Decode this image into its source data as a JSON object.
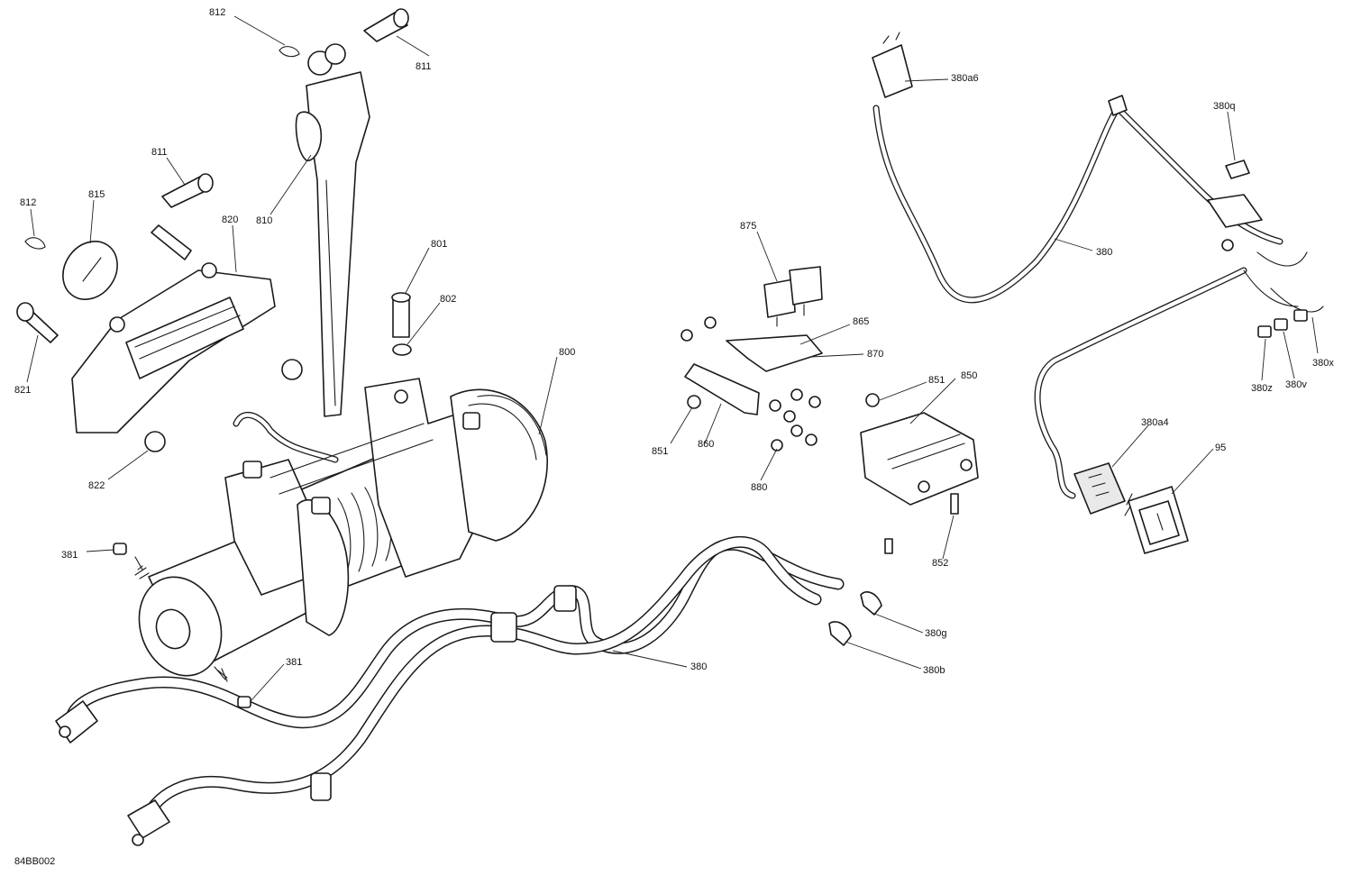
{
  "figure_ref": "84BB002",
  "callouts": [
    {
      "id": "812-top",
      "text": "812"
    },
    {
      "id": "811-top",
      "text": "811"
    },
    {
      "id": "810",
      "text": "810"
    },
    {
      "id": "811-left",
      "text": "811"
    },
    {
      "id": "812-left",
      "text": "812"
    },
    {
      "id": "815",
      "text": "815"
    },
    {
      "id": "820",
      "text": "820"
    },
    {
      "id": "821",
      "text": "821"
    },
    {
      "id": "822",
      "text": "822"
    },
    {
      "id": "801",
      "text": "801"
    },
    {
      "id": "802",
      "text": "802"
    },
    {
      "id": "800",
      "text": "800"
    },
    {
      "id": "381-top",
      "text": "381"
    },
    {
      "id": "381-bottom",
      "text": "381"
    },
    {
      "id": "380-main",
      "text": "380"
    },
    {
      "id": "875",
      "text": "875"
    },
    {
      "id": "865",
      "text": "865"
    },
    {
      "id": "870",
      "text": "870"
    },
    {
      "id": "851-left",
      "text": "851"
    },
    {
      "id": "860",
      "text": "860"
    },
    {
      "id": "880",
      "text": "880"
    },
    {
      "id": "851-right",
      "text": "851"
    },
    {
      "id": "850",
      "text": "850"
    },
    {
      "id": "852",
      "text": "852"
    },
    {
      "id": "380g",
      "text": "380g"
    },
    {
      "id": "380b",
      "text": "380b"
    },
    {
      "id": "380a6",
      "text": "380a6"
    },
    {
      "id": "380q",
      "text": "380q"
    },
    {
      "id": "380-harness",
      "text": "380"
    },
    {
      "id": "380x",
      "text": "380x"
    },
    {
      "id": "380v",
      "text": "380v"
    },
    {
      "id": "380z",
      "text": "380z"
    },
    {
      "id": "380a4",
      "text": "380a4"
    },
    {
      "id": "95",
      "text": "95"
    }
  ]
}
